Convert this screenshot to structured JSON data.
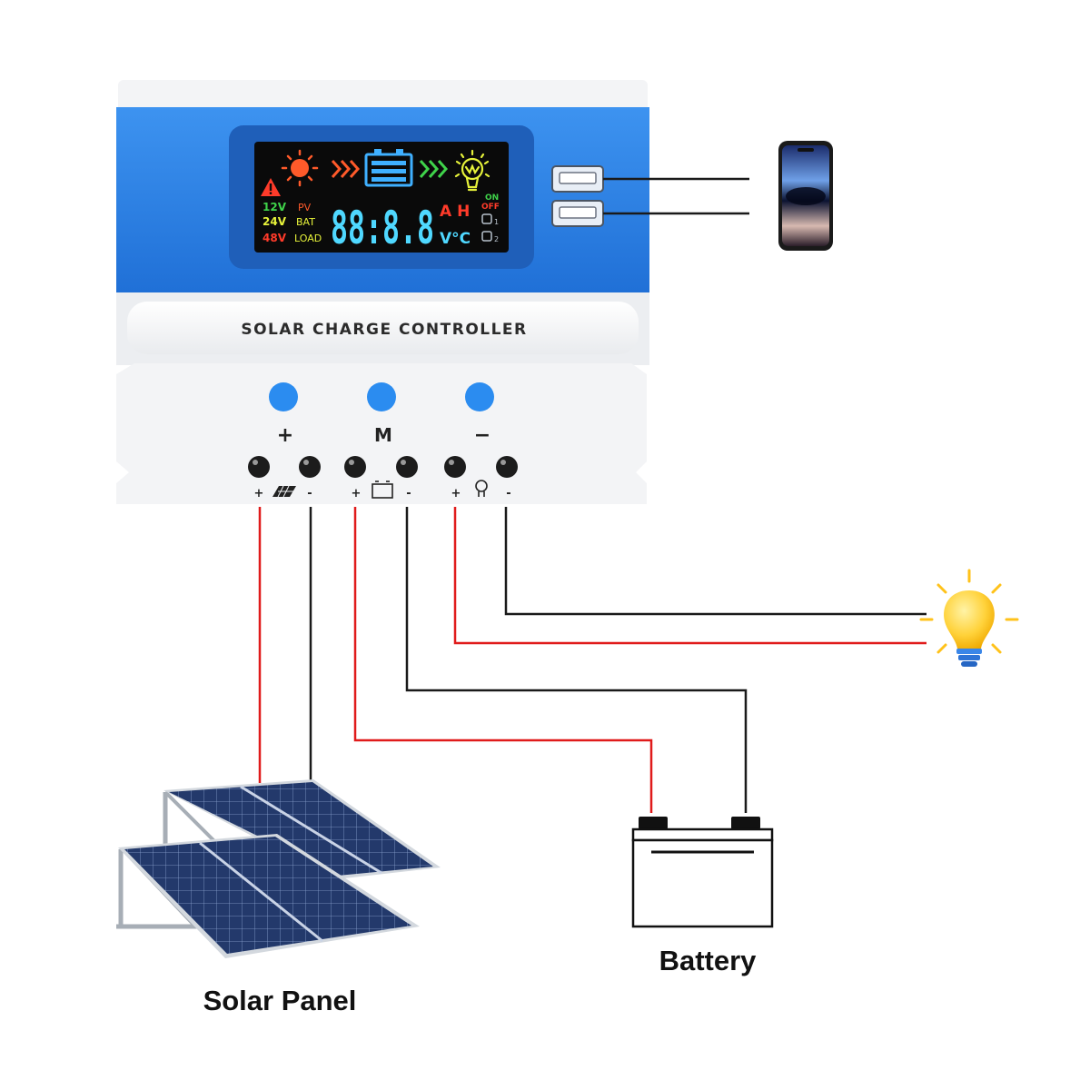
{
  "controller": {
    "label": "SOLAR CHARGE CONTROLLER",
    "display": {
      "voltages": [
        "12V",
        "24V",
        "48V"
      ],
      "modes": [
        "PV",
        "BAT",
        "LOAD"
      ],
      "digits": "88:8.8",
      "unit_top": "A H",
      "unit_bottom": "V°C",
      "on_label": "ON",
      "off_label": "OFF",
      "load1": "1",
      "load2": "2"
    },
    "buttons": {
      "plus": "+",
      "mode": "M",
      "minus": "−"
    },
    "terminal_signs": {
      "plus": "+",
      "minus": "-"
    }
  },
  "captions": {
    "solar_panel": "Solar Panel",
    "battery": "Battery"
  },
  "colors": {
    "housing_blue": "#2b7fe3",
    "housing_white": "#f2f3f5",
    "screen_bg": "#0a0a0a",
    "lcd_cyan": "#4fd8ff",
    "positive_wire": "#e01b1b",
    "negative_wire": "#1a1a1a",
    "bulb_yellow": "#ffd23a",
    "panel_blue": "#253b6e"
  }
}
